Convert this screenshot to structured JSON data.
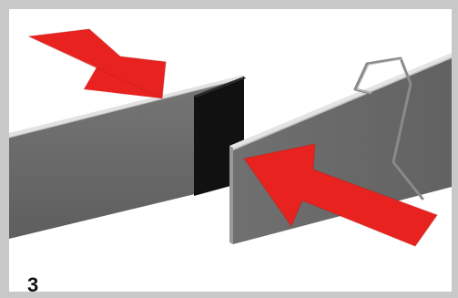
{
  "step_label": "3",
  "colors": {
    "frame": "#c9c9c9",
    "panel_background": "#ffffff",
    "board": "#6b6b6b",
    "board_top_edge": "#e6e6e6",
    "seal_strip": "#111111",
    "arrow": "#e8231f",
    "wire": "#8a8a8a"
  },
  "icons": [
    "push-arrow",
    "push-arrow",
    "wire-clip"
  ]
}
